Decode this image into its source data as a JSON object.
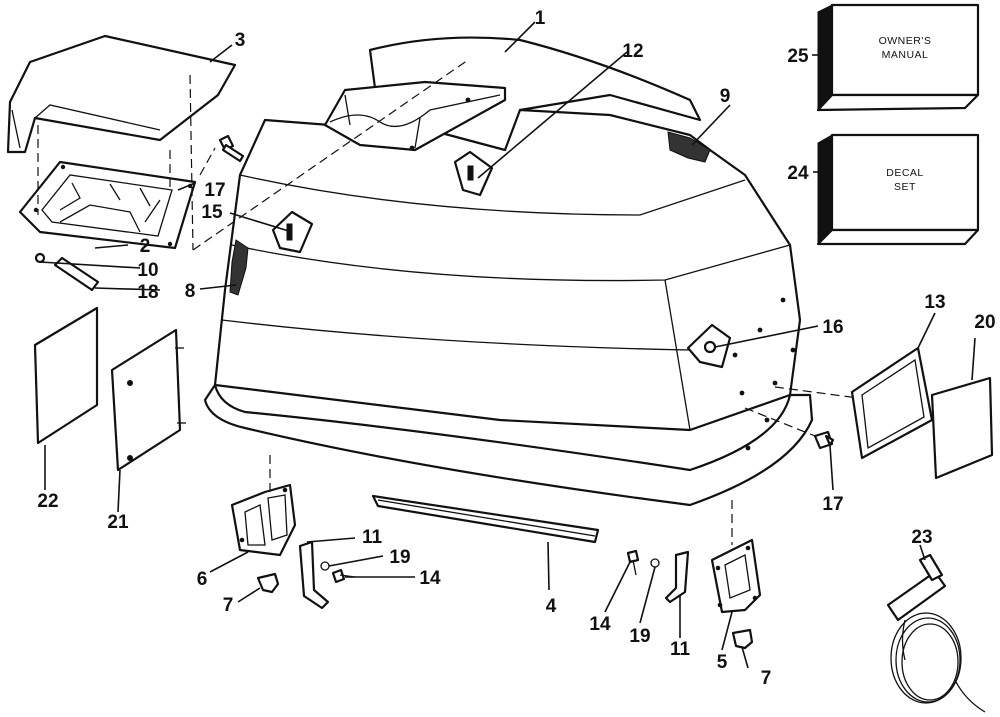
{
  "boxes": {
    "owners_manual": [
      "OWNER'S",
      "MANUAL"
    ],
    "decal_set": [
      "DECAL",
      "SET"
    ]
  },
  "callouts": {
    "c1": "1",
    "c2": "2",
    "c3": "3",
    "c4": "4",
    "c5": "5",
    "c6": "6",
    "c7a": "7",
    "c7b": "7",
    "c8": "8",
    "c9": "9",
    "c10": "10",
    "c11a": "11",
    "c11b": "11",
    "c12": "12",
    "c13": "13",
    "c14a": "14",
    "c14b": "14",
    "c15": "15",
    "c16": "16",
    "c17a": "17",
    "c17b": "17",
    "c18": "18",
    "c19a": "19",
    "c19b": "19",
    "c20": "20",
    "c21": "21",
    "c22": "22",
    "c23": "23",
    "c24": "24",
    "c25": "25"
  }
}
